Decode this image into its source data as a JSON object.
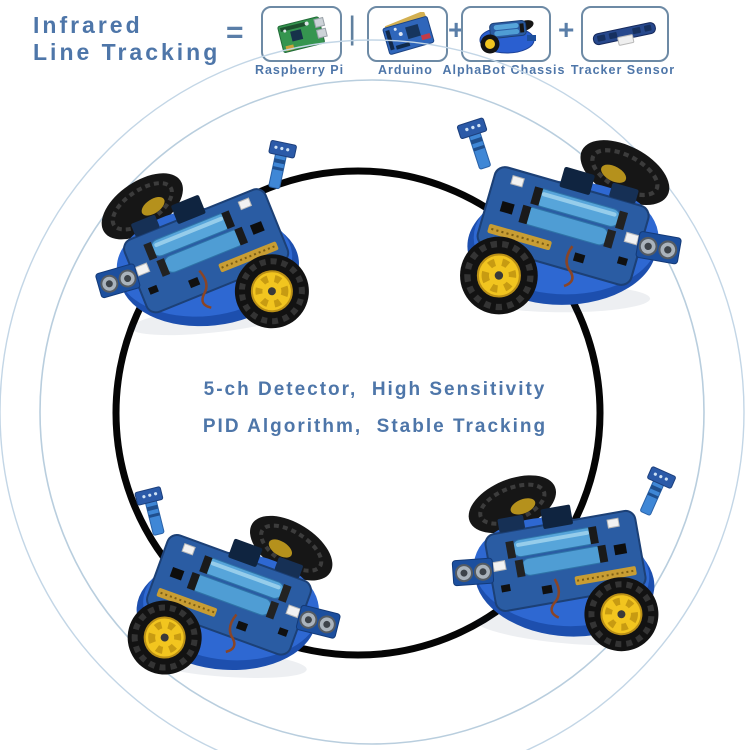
{
  "header": {
    "title_line1": "Infrared",
    "title_line2": "Line Tracking",
    "equals_sign": "=",
    "pipe_separator": "|",
    "plus_sign_1": "+",
    "plus_sign_2": "+",
    "components": [
      {
        "label": "Raspberry Pi"
      },
      {
        "label": "Arduino"
      },
      {
        "label": "AlphaBot Chassis"
      },
      {
        "label": "Tracker Sensor"
      }
    ]
  },
  "center": {
    "line1": "5-ch Detector,  High Sensitivity",
    "line2": "PID Algorithm,  Stable Tracking"
  },
  "colors": {
    "accent_text": "#4e76a9",
    "box_border": "#6d8aa5",
    "track_circle": "#000000",
    "decor_arc": "#b9cede",
    "chassis_blue": "#2e68d2",
    "deck_navy": "#2a5ca3",
    "battery_blue": "#57a5da",
    "wheel_hub_yellow": "#f2c51f",
    "tire_black": "#141414",
    "rpi_green": "#35954f"
  }
}
